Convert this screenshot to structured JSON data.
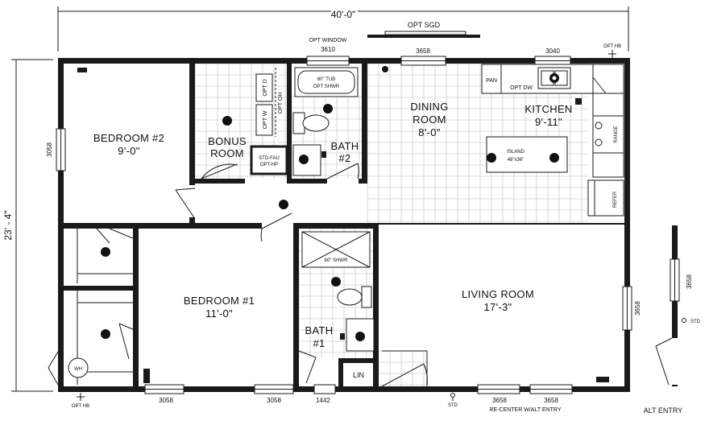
{
  "dimensions": {
    "width": "40'-0\"",
    "depth": "23' - 4\""
  },
  "rooms": {
    "bedroom2": {
      "name": "BEDROOM #2",
      "size": "9'-0\""
    },
    "bonus": {
      "name_line1": "BONUS",
      "name_line2": "ROOM"
    },
    "bath2": {
      "name": "BATH",
      "number": "#2"
    },
    "dining": {
      "name_line1": "DINING",
      "name_line2": "ROOM",
      "size": "8'-0\""
    },
    "kitchen": {
      "name": "KITCHEN",
      "size": "9'-11\""
    },
    "bedroom1": {
      "name": "BEDROOM #1",
      "size": "11'-0\""
    },
    "bath1": {
      "name": "BATH",
      "number": "#1"
    },
    "living": {
      "name": "LIVING ROOM",
      "size": "17'-3\""
    }
  },
  "fixtures": {
    "tub": "60\" TUB",
    "opt_shwr": "OPT SHWR",
    "shwr60": "60\" SHWR",
    "opt_d": "OPT D",
    "opt_w": "OPT W",
    "opt_oh": "OPT OH",
    "std_fau_line1": "STD-FAU",
    "std_fau_line2": "OPT-HP",
    "pan": "PAN",
    "opt_dw": "OPT DW",
    "island": "ISLAND",
    "island_size": "48\"x36\"",
    "range": "RANGE",
    "refer": "REFER",
    "wh": "WH",
    "lin": "LIN"
  },
  "openings": {
    "opt_window": "OPT WINDOW",
    "w_3610": "3610",
    "w_3658_top": "3658",
    "opt_sgd": "OPT SGD",
    "w_3040": "3040",
    "opt_hb_top": "OPT HB",
    "w_3058_left": "3058",
    "w_3658_right": "3658",
    "w_3058_bottom1": "3058",
    "w_3058_bottom2": "3058",
    "d_1442": "1442",
    "std_bottom": "STD",
    "w_3658_bottom1": "3658",
    "w_3658_bottom2": "3658",
    "recenter": "RE-CENTER W/ALT ENTRY",
    "opt_hb_bottom": "OPT HB",
    "alt_3658": "3658",
    "alt_std": "STD",
    "alt_entry": "ALT ENTRY"
  }
}
